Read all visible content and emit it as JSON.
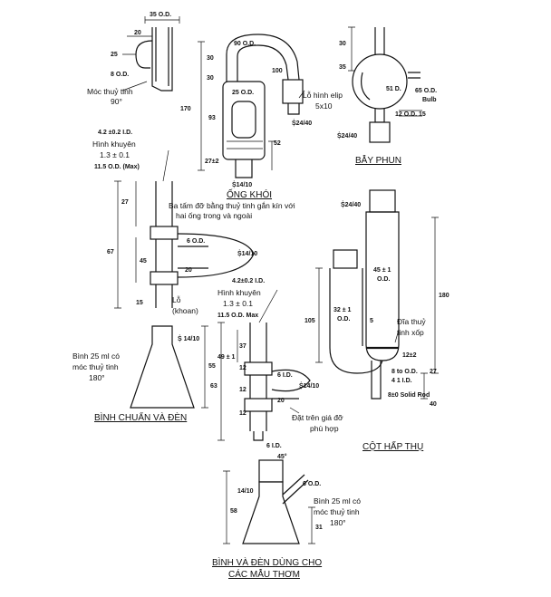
{
  "captions": {
    "chimney": "ỐNG KHÓI",
    "spray_trap": "BẪY PHUN",
    "flask_lamp": "BÌNH CHUẨN VÀ ĐÈN",
    "absorber": "CỘT HẤP THỤ",
    "aromatics": "BÌNH VÀ ĐÈN DÙNG CHO",
    "aromatics2": "CÁC MẪU THƠM"
  },
  "labels": {
    "hook90_a": "Móc thuỷ tinh",
    "hook90_b": "90°",
    "ellipse_a": "Lỗ hình elip",
    "ellipse_b": "5x10",
    "plates_a": "Ba tấm đỡ bằng thuỷ tinh gắn kín với",
    "plates_b": "hai ống trong và ngoài",
    "cone1_a": "Hình khuyên",
    "cone1_b": "1.3 ± 0.1",
    "cone1_c": "11.5 O.D. (Max)",
    "cone1_top": "4.2 ±0.2 I.D.",
    "hole_a": "Lỗ",
    "hole_b": "(khoan)",
    "flask25a_a": "Bình 25 ml có",
    "flask25a_b": "móc thuỷ tinh",
    "flask25a_c": "180°",
    "cone2_top": "4.2±0.2 I.D.",
    "cone2_a": "Hình khuyên",
    "cone2_b": "1.3 ± 0.1",
    "cone2_c": "11.5 O.D. Max",
    "disc_a": "Đĩa thuỷ",
    "disc_b": "tinh xốp",
    "support_a": "Đặt trên giá đỡ",
    "support_b": "phù hợp",
    "solid_rod": "8±0 Solid Rod",
    "flask25b_a": "Bình 25 ml có",
    "flask25b_b": "móc thuỷ tinh",
    "flask25b_c": "180°"
  },
  "dims": {
    "d_35od": "35 O.D.",
    "d_20a": "20",
    "d_25": "25",
    "d_8od": "8 O.D.",
    "d_90od": "90 O.D.",
    "d_30": "30",
    "d_30b": "30",
    "d_100": "100",
    "d_25od": "25 O.D.",
    "d_170": "170",
    "d_93": "93",
    "d_52": "52",
    "d_27": "27±2",
    "d_st24": "Ṩ24/40",
    "d_st14": "Ṩ14/10",
    "d_30c": "30",
    "d_35": "35",
    "d_51d": "51 D.",
    "d_65od": "65 O.D.",
    "d_bulb": "Bulb",
    "d_12od": "12 O.D.",
    "d_15": "15",
    "d_st24b": "Ṩ24/40",
    "d_27b": "27",
    "d_67": "67",
    "d_45": "45",
    "d_6od": "6 O.D.",
    "d_st1410": "Ṩ14/10",
    "d_20b": "20",
    "d_15b": "15",
    "d_55": "55",
    "d_1410": "Ṩ 14/10",
    "d_st2440": "Ṩ24/40",
    "d_45od": "45 ± 1",
    "d_od": "O.D.",
    "d_180": "180",
    "d_32od": "32 ± 1",
    "d_od2": "O.D.",
    "d_105": "105",
    "d_5": "5",
    "d_12": "12±2",
    "d_8od2": "8 to O.D.",
    "d_4id": "4 1 I.D.",
    "d_27c": "27",
    "d_40": "40",
    "d_37": "37",
    "d_49": "49 ± 1",
    "d_63": "63",
    "d_12a": "12",
    "d_12b": "12",
    "d_12c": "12",
    "d_6id": "6 I.D.",
    "d_20c": "20",
    "d_st14b": "Ṩ14/10",
    "d_6id2": "6 I.D.",
    "d_45deg": "45°",
    "d_6od3": "6 O.D.",
    "d_58": "58",
    "d_1410b": "14/10",
    "d_31": "31"
  }
}
